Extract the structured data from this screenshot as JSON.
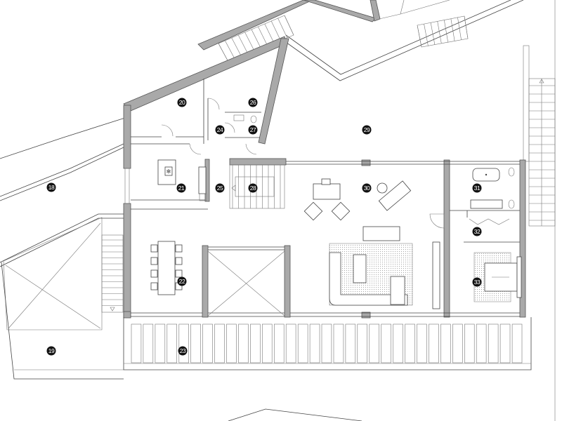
{
  "plan": {
    "rooms": [
      {
        "number": "18"
      },
      {
        "number": "19"
      },
      {
        "number": "20"
      },
      {
        "number": "21"
      },
      {
        "number": "22"
      },
      {
        "number": "23"
      },
      {
        "number": "24"
      },
      {
        "number": "25"
      },
      {
        "number": "26"
      },
      {
        "number": "27"
      },
      {
        "number": "28"
      },
      {
        "number": "29"
      },
      {
        "number": "30"
      },
      {
        "number": "31"
      },
      {
        "number": "32"
      },
      {
        "number": "33"
      }
    ],
    "deck_planks": 33,
    "colors": {
      "wall": "#a9a9a9",
      "label": "#111111",
      "line": "#444444"
    }
  }
}
